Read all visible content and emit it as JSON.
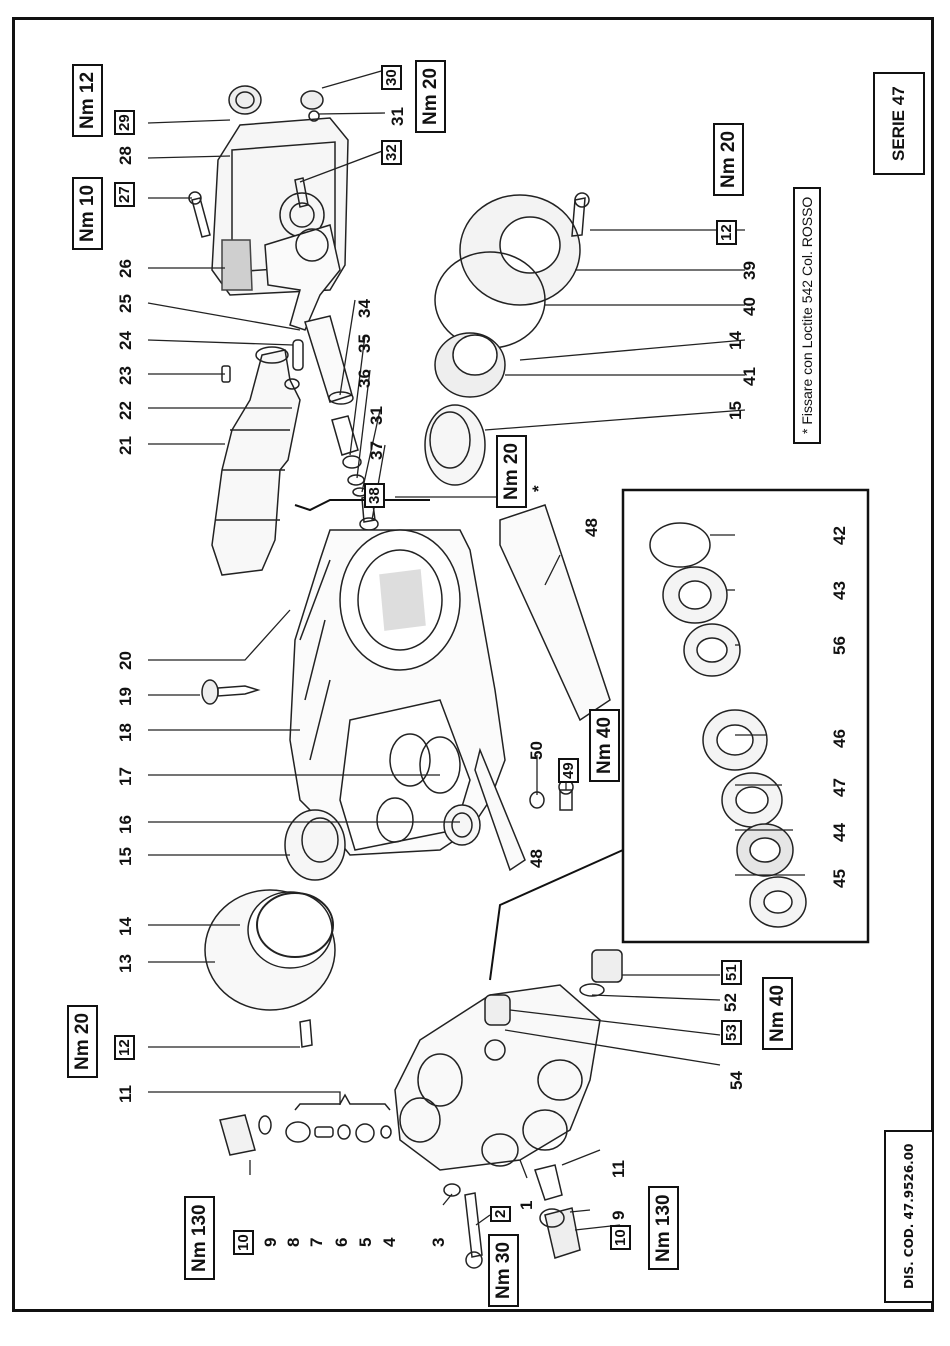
{
  "document": {
    "series_title": "SERIE 47",
    "drawing_code": "DIS. COD. 47.9526.00",
    "note": "*  Fissare con Loctite 542 Col. ROSSO",
    "asterisk_marker": "*"
  },
  "part_labels": {
    "p1": "1",
    "p3": "3",
    "p4": "4",
    "p5": "5",
    "p6": "6",
    "p7": "7",
    "p8": "8",
    "p9a": "9",
    "p9b": "9",
    "p11a": "11",
    "p11b": "11",
    "p13": "13",
    "p14a": "14",
    "p14b": "14",
    "p15a": "15",
    "p15b": "15",
    "p16": "16",
    "p17": "17",
    "p18": "18",
    "p19": "19",
    "p20": "20",
    "p21": "21",
    "p22": "22",
    "p23": "23",
    "p24": "24",
    "p25": "25",
    "p26": "26",
    "p28": "28",
    "p31a": "31",
    "p31b": "31",
    "p34": "34",
    "p35": "35",
    "p36": "36",
    "p37": "37",
    "p39": "39",
    "p40": "40",
    "p41": "41",
    "p42": "42",
    "p43": "43",
    "p44": "44",
    "p45": "45",
    "p46": "46",
    "p47": "47",
    "p48a": "48",
    "p48b": "48",
    "p50": "50",
    "p52": "52",
    "p54": "54",
    "p56": "56"
  },
  "boxed_parts": {
    "b2": "2",
    "b10a": "10",
    "b10b": "10",
    "b12a": "12",
    "b12b": "12",
    "b27": "27",
    "b29": "29",
    "b30": "30",
    "b32": "32",
    "b38": "38",
    "b49": "49",
    "b51": "51",
    "b53": "53"
  },
  "torques": {
    "t_29": "Nm 12",
    "t_27": "Nm 10",
    "t_30_32": "Nm 20",
    "t_12_top": "Nm 20",
    "t_38": "Nm 20",
    "t_49": "Nm 40",
    "t_51_53": "Nm 40",
    "t_12_left": "Nm 20",
    "t_10_left": "Nm 130",
    "t_2": "Nm 30",
    "t_10_bottom": "Nm 130"
  }
}
